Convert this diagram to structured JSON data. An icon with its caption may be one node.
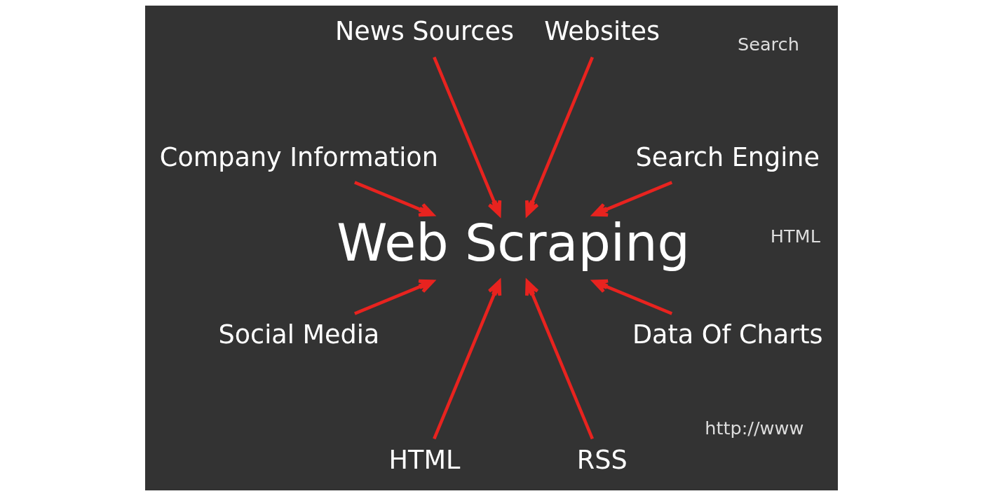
{
  "diagram": {
    "nodes": [
      {
        "text": [
          "Search Engine"
        ]
      },
      {
        "text": [
          "Websites"
        ]
      },
      {
        "text": [
          "News Sources"
        ]
      },
      {
        "text": [
          "Company Information"
        ]
      },
      {
        "text": [
          "Web Scraping"
        ]
      },
      {
        "text": [
          "Social Media"
        ]
      },
      {
        "text": [
          "HTML"
        ]
      },
      {
        "text": [
          "RSS"
        ]
      },
      {
        "text": [
          "Data Of Charts"
        ]
      }
    ],
    "edges": [
      {
        "from": 2,
        "to": 4,
        "arrow": "to"
      },
      {
        "from": 0,
        "to": 4,
        "arrow": "to"
      },
      {
        "from": 1,
        "to": 4,
        "arrow": "to"
      },
      {
        "from": 3,
        "to": 4,
        "arrow": "to"
      },
      {
        "from": 8,
        "to": 4,
        "arrow": "to"
      },
      {
        "from": 7,
        "to": 4,
        "arrow": "to"
      },
      {
        "from": 6,
        "to": 4,
        "arrow": "to"
      },
      {
        "from": 5,
        "to": 4,
        "arrow": "to"
      }
    ],
    "labels": [
      "Search",
      "http://www",
      "HTML"
    ]
  }
}
